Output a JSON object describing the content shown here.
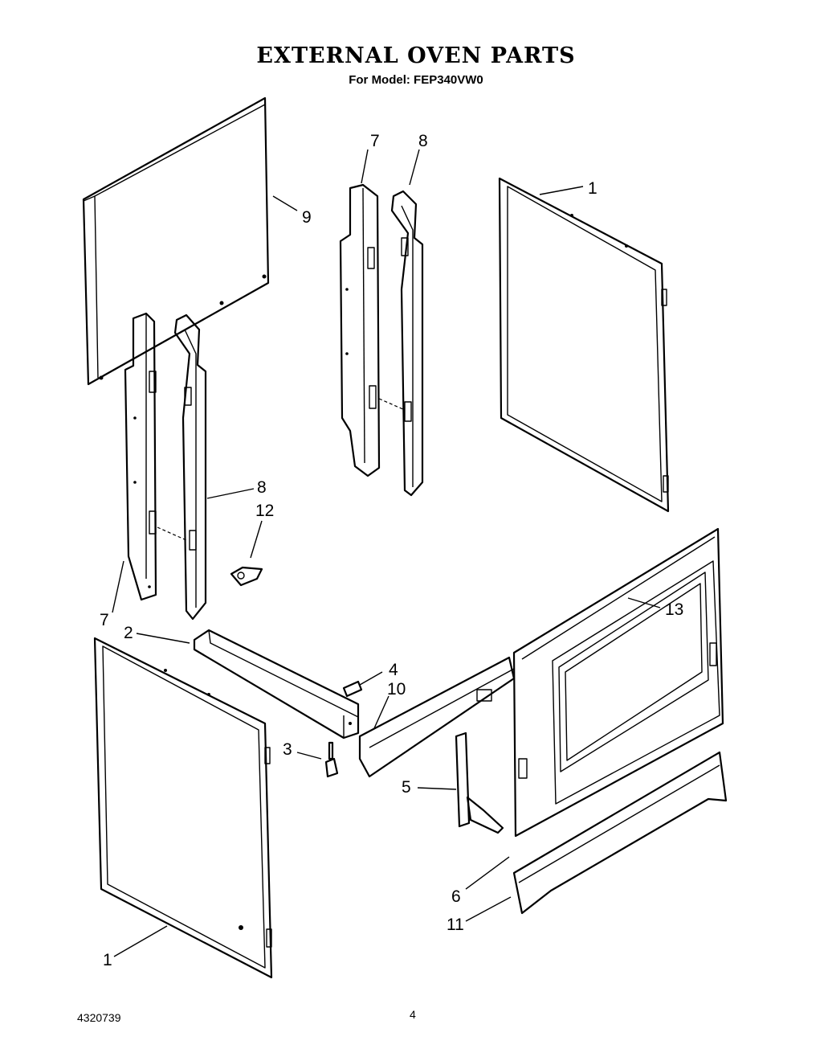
{
  "header": {
    "title": "EXTERNAL OVEN PARTS",
    "subtitle": "For Model: FEP340VW0"
  },
  "footer": {
    "document_number": "4320739",
    "page_number": "4"
  },
  "callouts": {
    "c1_top": "1",
    "c1_bottom": "1",
    "c2": "2",
    "c3": "3",
    "c4": "4",
    "c5": "5",
    "c6": "6",
    "c7_top": "7",
    "c7_left": "7",
    "c8_top": "8",
    "c8_left": "8",
    "c9": "9",
    "c10": "10",
    "c11": "11",
    "c12": "12",
    "c13": "13"
  }
}
